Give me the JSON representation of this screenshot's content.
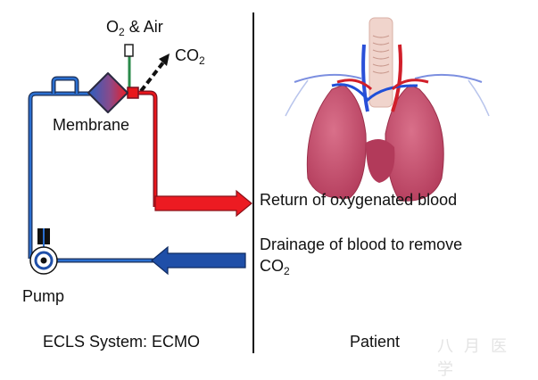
{
  "labels": {
    "o2_air_prefix": "O",
    "o2_air_sub": "2",
    "o2_air_suffix": " & Air",
    "co2_top_prefix": "CO",
    "co2_top_sub": "2",
    "membrane": "Membrane",
    "pump": "Pump",
    "return": "Return of oxygenated blood",
    "drainage_line1": "Drainage of blood to remove",
    "drainage_line2_prefix": "CO",
    "drainage_line2_sub": "2",
    "left_footer": "ECLS System: ECMO",
    "right_footer": "Patient",
    "watermark": "八月医学"
  },
  "colors": {
    "venous_blue": "#1f4fa8",
    "arterial_red": "#e8161b",
    "tube_outline": "#1c2f55",
    "gas_line_green": "#2a8a4a",
    "lung": "#c94b6b",
    "divider": "#111111"
  }
}
